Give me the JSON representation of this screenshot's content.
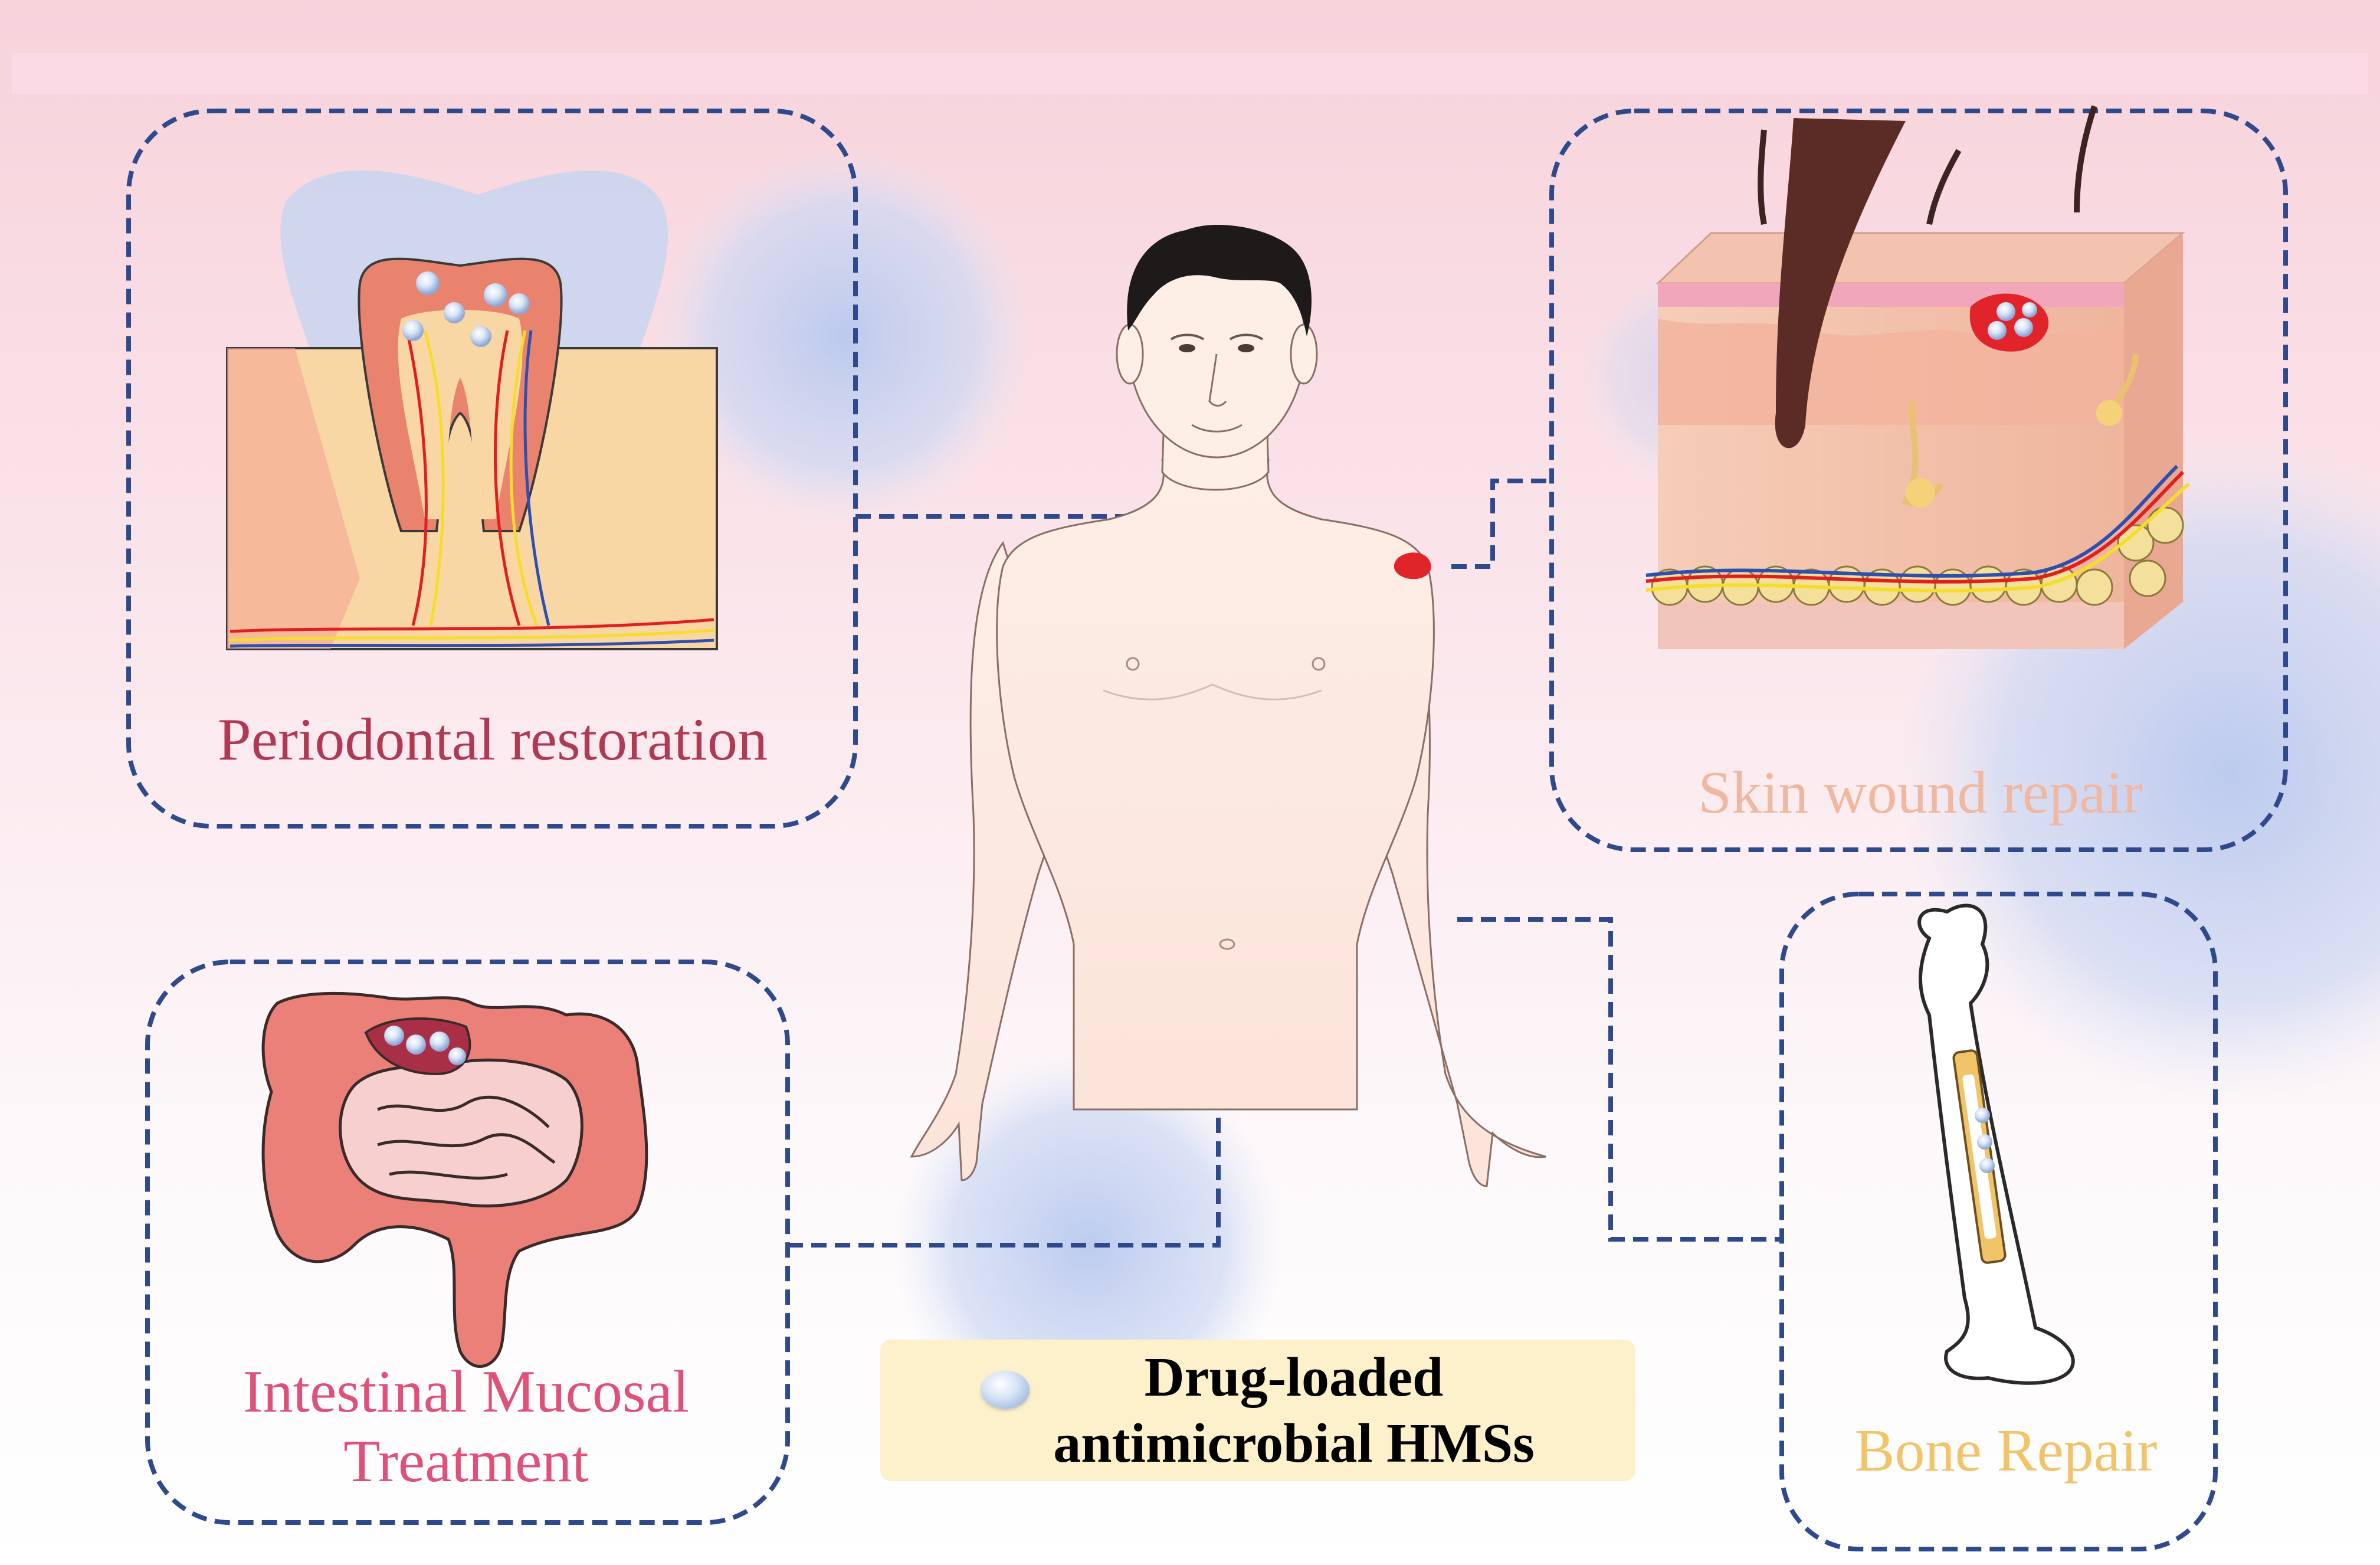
{
  "panels": {
    "periodontal": {
      "label": "Periodontal restoration",
      "color": "#b03a53"
    },
    "skin": {
      "label": "Skin wound repair",
      "color": "#f0b8a0"
    },
    "intestinal": {
      "label_line1": "Intestinal Mucosal",
      "label_line2": "Treatment",
      "color": "#e0517a"
    },
    "bone": {
      "label": "Bone Repair",
      "color": "#f2c46a"
    }
  },
  "legend": {
    "icon": "drug-loaded-microsphere-icon",
    "line1": "Drug-loaded",
    "line2": "antimicrobial HMSs"
  },
  "colors": {
    "dashed_border": "#2f4a8c",
    "background_top": "#f7d3dc",
    "legend_bg": "#fdf1cc",
    "blob": "#c9d6f2"
  }
}
